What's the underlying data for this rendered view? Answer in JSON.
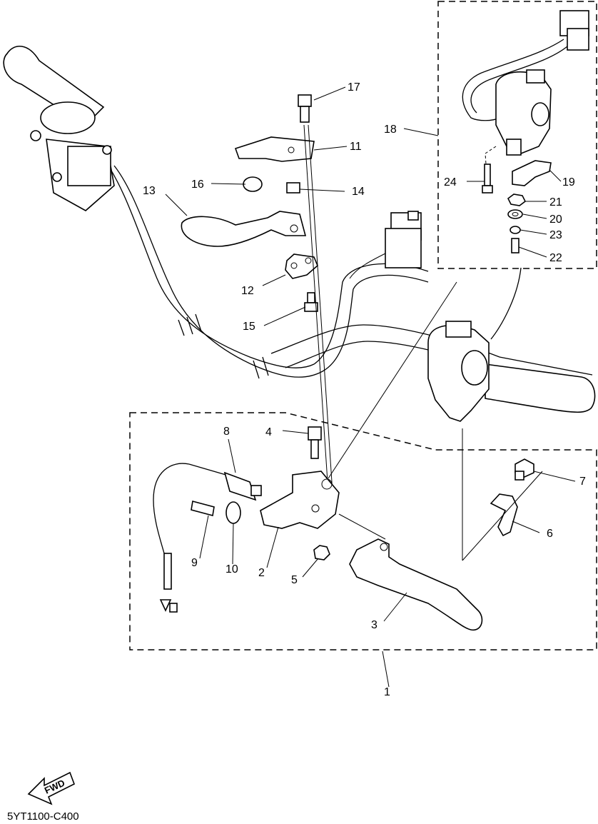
{
  "diagram": {
    "callouts": [
      {
        "id": "c1",
        "text": "1"
      },
      {
        "id": "c2",
        "text": "2"
      },
      {
        "id": "c3",
        "text": "3"
      },
      {
        "id": "c4",
        "text": "4"
      },
      {
        "id": "c5",
        "text": "5"
      },
      {
        "id": "c6",
        "text": "6"
      },
      {
        "id": "c7",
        "text": "7"
      },
      {
        "id": "c8",
        "text": "8"
      },
      {
        "id": "c9",
        "text": "9"
      },
      {
        "id": "c10",
        "text": "10"
      },
      {
        "id": "c11",
        "text": "11"
      },
      {
        "id": "c12",
        "text": "12"
      },
      {
        "id": "c13",
        "text": "13"
      },
      {
        "id": "c14",
        "text": "14"
      },
      {
        "id": "c15",
        "text": "15"
      },
      {
        "id": "c16",
        "text": "16"
      },
      {
        "id": "c17",
        "text": "17"
      },
      {
        "id": "c18",
        "text": "18"
      },
      {
        "id": "c19",
        "text": "19"
      },
      {
        "id": "c20",
        "text": "20"
      },
      {
        "id": "c21",
        "text": "21"
      },
      {
        "id": "c22",
        "text": "22"
      },
      {
        "id": "c23",
        "text": "23"
      },
      {
        "id": "c24",
        "text": "24"
      }
    ],
    "direction_badge": "FWD",
    "drawing_code": "5YT1100-C400"
  }
}
